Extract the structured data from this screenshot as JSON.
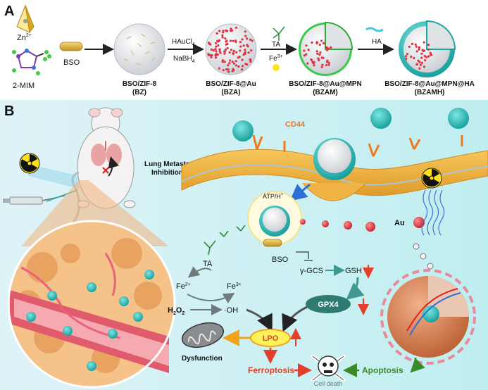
{
  "panel_a": {
    "label": "A",
    "zn_label": "Zn",
    "zn_sup": "2+",
    "mim_label": "2-MIM",
    "bso_label": "BSO",
    "reagent_top": "HAuCl",
    "reagent_top_sub": "4",
    "reagent_bottom": "NaBH",
    "reagent_bottom_sub": "4",
    "ta_label": "TA",
    "fe_label": "Fe",
    "fe_sup": "3+",
    "ha_label": "HA",
    "particles": [
      {
        "name": "BSO/ZIF-8",
        "abbr": "(BZ)"
      },
      {
        "name": "BSO/ZIF-8@Au",
        "abbr": "(BZA)"
      },
      {
        "name": "BSO/ZIF-8@Au@MPN",
        "abbr": "(BZAM)"
      },
      {
        "name": "BSO/ZIF-8@Au@MPN@HA",
        "abbr": "(BZAMH)"
      }
    ]
  },
  "panel_b": {
    "label": "B",
    "lung_line1": "Lung Metastasis",
    "lung_line2": "Inhibition",
    "cd44_label": "CD44",
    "atp_label": "ATP/H",
    "atp_sup": "+",
    "au_label": "Au",
    "ta_label": "TA",
    "bso_label": "BSO",
    "fe2_label": "Fe",
    "fe2_sup": "2+",
    "fe3_label": "Fe",
    "fe3_sup": "3+",
    "h2o2_label": "H",
    "h2o2_sub1": "2",
    "h2o2_mid": "O",
    "h2o2_sub2": "2",
    "oh_label": "·OH",
    "ggcs_label": "γ-GCS",
    "gsh_label": "GSH",
    "gpx4_label": "GPX4",
    "lpo_label": "LPO",
    "dysfunction_label": "Dysfunction",
    "ferroptosis_label": "Ferroptosis",
    "apoptosis_label": "Apoptosis",
    "cell_death_label": "Cell death"
  },
  "colors": {
    "teal": "#1fb7b2",
    "membrane": "#f3b640",
    "ferroptosis": "#e2402a",
    "apoptosis": "#3a8a2a",
    "gpx4": "#2f7b72",
    "lpo_fill": "#fff25a",
    "au_red": "#e0323f"
  }
}
